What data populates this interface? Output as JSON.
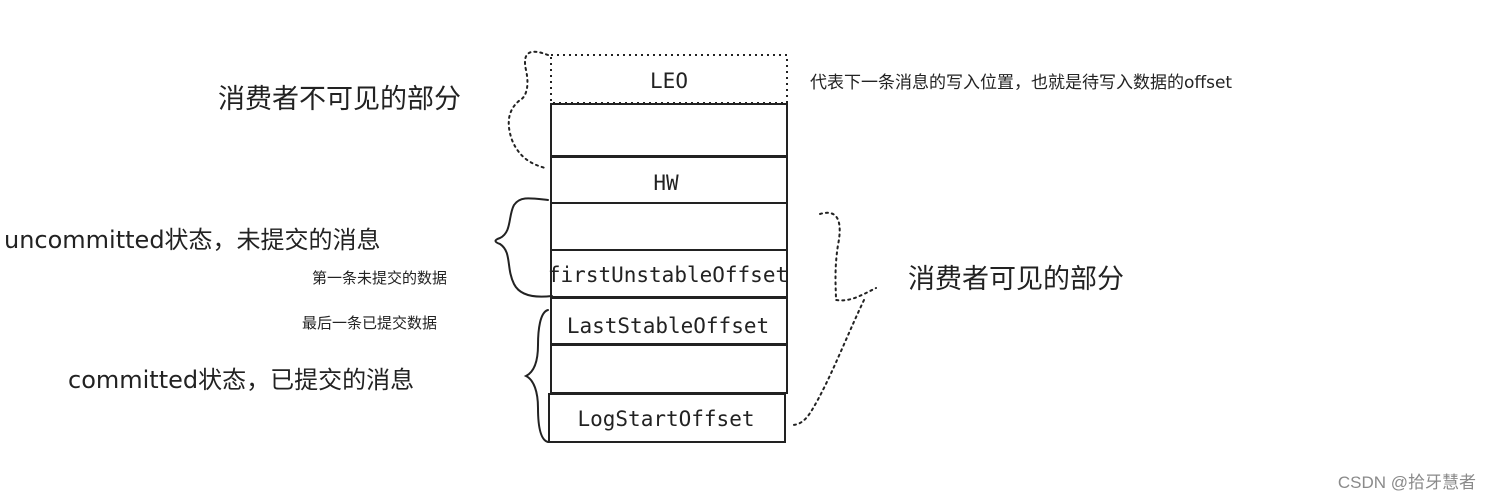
{
  "log_cells": [
    {
      "label": "LEO"
    },
    {
      "label": ""
    },
    {
      "label": "HW"
    },
    {
      "label": ""
    },
    {
      "label": "firstUnstableOffset"
    },
    {
      "label": "LastStableOffset"
    },
    {
      "label": ""
    },
    {
      "label": "LogStartOffset"
    }
  ],
  "annotations": {
    "invisible_part": "消费者不可见的部分",
    "leo_note": "代表下一条消息的写入位置，也就是待写入数据的offset",
    "uncommitted": "uncommitted状态，未提交的消息",
    "first_unstable_note": "第一条未提交的数据",
    "last_stable_note": "最后一条已提交数据",
    "committed": "committed状态，已提交的消息",
    "visible_part": "消费者可见的部分"
  },
  "watermark": "CSDN @拾牙慧者"
}
